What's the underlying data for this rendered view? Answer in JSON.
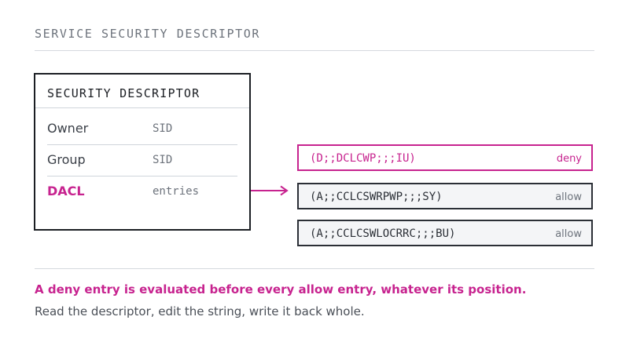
{
  "header": {
    "title": "SERVICE SECURITY DESCRIPTOR"
  },
  "descriptor": {
    "title": "SECURITY DESCRIPTOR",
    "rows": [
      {
        "label": "Owner",
        "value": "SID"
      },
      {
        "label": "Group",
        "value": "SID"
      },
      {
        "label": "DACL",
        "value": "entries"
      }
    ]
  },
  "dacl_entries": [
    {
      "text": "(D;;DCLCWP;;;IU)",
      "tag": "deny"
    },
    {
      "text": "(A;;CCLCSWRPWP;;;SY)",
      "tag": "allow"
    },
    {
      "text": "(A;;CCLCSWLOCRRC;;;BU)",
      "tag": "allow"
    }
  ],
  "footer": {
    "note": "A deny entry is evaluated before every allow entry, whatever its position.",
    "subnote": "Read the descriptor, edit the string, write it back whole."
  },
  "colors": {
    "accent": "#c7238f",
    "ink": "#1b1e23",
    "muted": "#6d737c",
    "rule": "#d5d9de",
    "entry_bg": "#f4f5f7"
  }
}
